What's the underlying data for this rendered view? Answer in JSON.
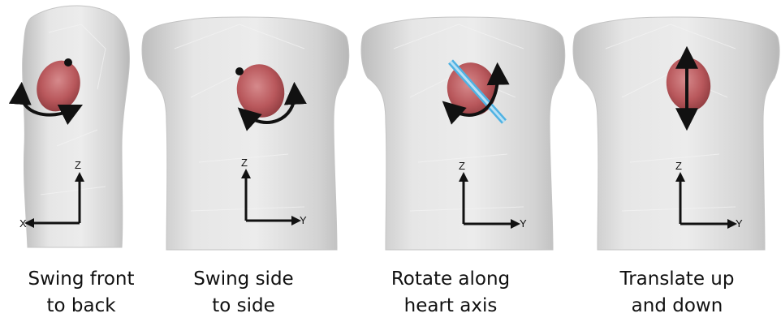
{
  "colors": {
    "torso": "#d8d8d8",
    "heart": "#b45a5e",
    "arrow": "#111111",
    "axis_line": "#4fb2e3"
  },
  "panels": [
    {
      "caption_line1": "Swing front",
      "caption_line2": "to back",
      "axis_h": "X",
      "axis_v": "Z",
      "motion": "swing-front-back"
    },
    {
      "caption_line1": "Swing side",
      "caption_line2": "to side",
      "axis_h": "Y",
      "axis_v": "Z",
      "motion": "swing-side-side"
    },
    {
      "caption_line1": "Rotate along",
      "caption_line2": "heart axis",
      "axis_h": "Y",
      "axis_v": "Z",
      "motion": "rotate-axis"
    },
    {
      "caption_line1": "Translate up",
      "caption_line2": "and down",
      "axis_h": "Y",
      "axis_v": "Z",
      "motion": "translate-up-down"
    }
  ]
}
